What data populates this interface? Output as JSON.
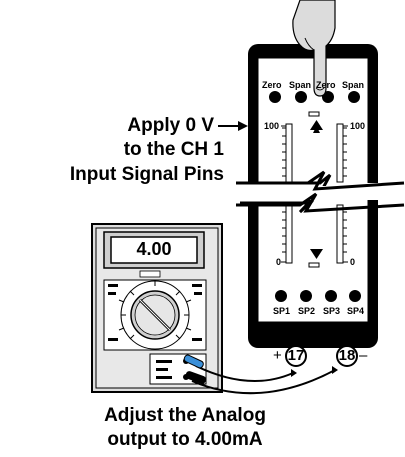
{
  "instruction": {
    "line1": "Apply 0 V",
    "line2": "to the CH 1",
    "line3": "Input Signal Pins"
  },
  "panel": {
    "top_buttons": [
      "Zero",
      "Span",
      "Zero",
      "Span"
    ],
    "bottom_buttons": [
      "SP1",
      "SP2",
      "SP3",
      "SP4"
    ],
    "scale_top_left": "100",
    "scale_top_right": "100",
    "scale_bottom_left": "0",
    "scale_bottom_right": "0"
  },
  "multimeter": {
    "display_value": "4.00"
  },
  "terminals": {
    "positive_sign": "+",
    "positive_number": "17",
    "negative_number": "18",
    "negative_sign": "–"
  },
  "caption": {
    "line1": "Adjust the Analog",
    "line2": "output to 4.00mA"
  }
}
